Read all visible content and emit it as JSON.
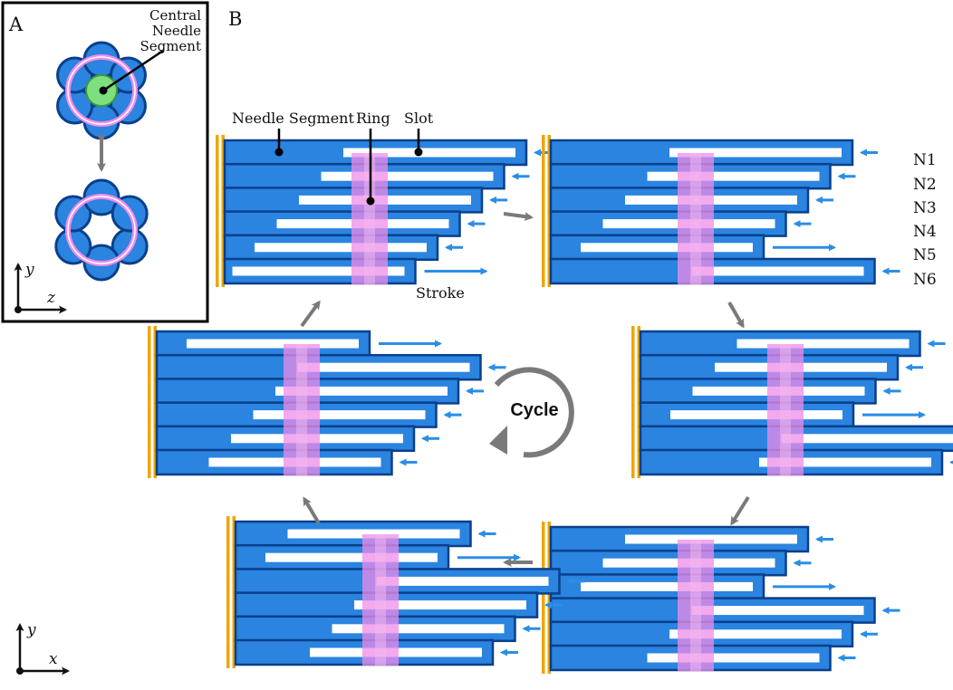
{
  "panel_labels": {
    "a": "A",
    "b": "B"
  },
  "panel_a": {
    "central_label": [
      "Central",
      "Needle",
      "Segment"
    ],
    "axis_vertical": "y",
    "axis_horizontal": "z"
  },
  "panel_b": {
    "callouts": {
      "needle_segment": "Needle Segment",
      "ring": "Ring",
      "slot": "Slot"
    },
    "stroke_label": "Stroke",
    "cycle_label": "Cycle",
    "needle_labels": [
      "N1",
      "N2",
      "N3",
      "N4",
      "N5",
      "N6"
    ],
    "axis_vertical": "y",
    "axis_horizontal": "x"
  },
  "colors": {
    "needle_fill": "#2a84e0",
    "needle_stroke": "#0a3f8a",
    "slot": "#ffffff",
    "ring": "#ee8ce8",
    "ring_light": "#f3b8ef",
    "base_plate": "#f0a500",
    "stroke_arrow": "#2a8ee6",
    "flow_arrow": "#7a7a7a",
    "central_segment": "#7ddf7d"
  },
  "cycle_states": [
    {
      "id": "state-1",
      "needle_offsets": [
        0,
        -1,
        -2,
        -3,
        -4,
        -5
      ],
      "moving_needle": "N6"
    },
    {
      "id": "state-2",
      "needle_offsets": [
        0,
        -1,
        -2,
        -3,
        -4,
        1
      ],
      "moving_needle": "N5"
    },
    {
      "id": "state-3",
      "needle_offsets": [
        -1,
        -2,
        -3,
        -4,
        1,
        0
      ],
      "moving_needle": "N4"
    },
    {
      "id": "state-4",
      "needle_offsets": [
        -2,
        -3,
        -4,
        1,
        0,
        -1
      ],
      "moving_needle": "N3"
    },
    {
      "id": "state-5",
      "needle_offsets": [
        -3,
        -4,
        1,
        0,
        -1,
        -2
      ],
      "moving_needle": "N2"
    },
    {
      "id": "state-6",
      "needle_offsets": [
        -4,
        1,
        0,
        -1,
        -2,
        -3
      ],
      "moving_needle": "N1"
    }
  ]
}
